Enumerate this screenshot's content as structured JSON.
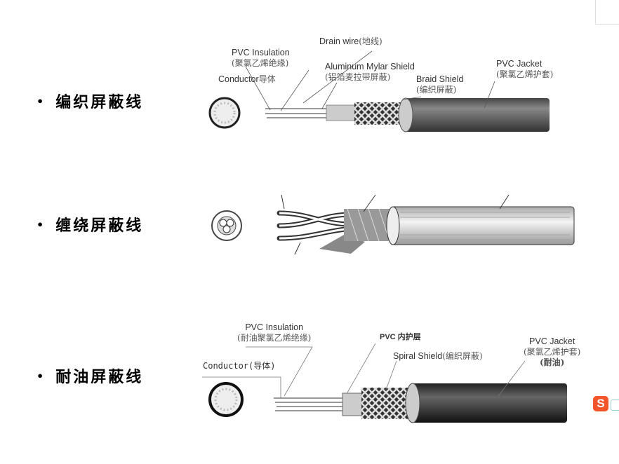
{
  "slide": {
    "items": [
      {
        "bullet": "•",
        "title": "编织屏蔽线"
      },
      {
        "bullet": "•",
        "title": "缠绕屏蔽线"
      },
      {
        "bullet": "•",
        "title": "耐油屏蔽线"
      }
    ],
    "diagram1": {
      "drain_wire": "Drain wire",
      "drain_wire_zh": "(地线)",
      "pvc_insulation": "PVC Insulation",
      "pvc_insulation_zh": "(聚氯乙烯绝缘)",
      "conductor": "Conductor",
      "conductor_zh": "导体",
      "aluminum": "Aluminum Mylar Shield",
      "aluminum_zh": "(铝箔麦拉带屏蔽)",
      "braid": "Braid Shield",
      "braid_zh": "(编织屏蔽)",
      "jacket": "PVC Jacket",
      "jacket_zh": "(聚氯乙烯护套)"
    },
    "diagram3": {
      "pvc_insulation": "PVC Insulation",
      "pvc_insulation_zh": "(耐油聚氯乙烯绝缘)",
      "inner": "PVC 内护层",
      "conductor": "Conductor(导体)",
      "spiral": "Spiral Shield",
      "spiral_zh": "(编织屏蔽)",
      "jacket": "PVC Jacket",
      "jacket_zh": "(聚氯乙烯护套)",
      "jacket_zh2": "(耐油)"
    },
    "sogou_icon": "S"
  }
}
